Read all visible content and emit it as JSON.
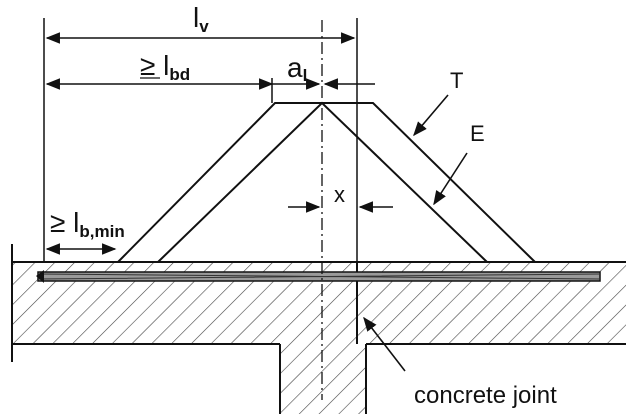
{
  "diagram": {
    "labels": {
      "lv_main": "l",
      "lv_sub": "v",
      "lbd_ge": "≥ l",
      "lbd_sub": "bd",
      "al_main": "a",
      "al_sub": "l",
      "lbmin_ge": "≥ l",
      "lbmin_sub": "b,min",
      "T": "T",
      "E": "E",
      "x": "x",
      "concrete_joint": "concrete joint"
    }
  }
}
